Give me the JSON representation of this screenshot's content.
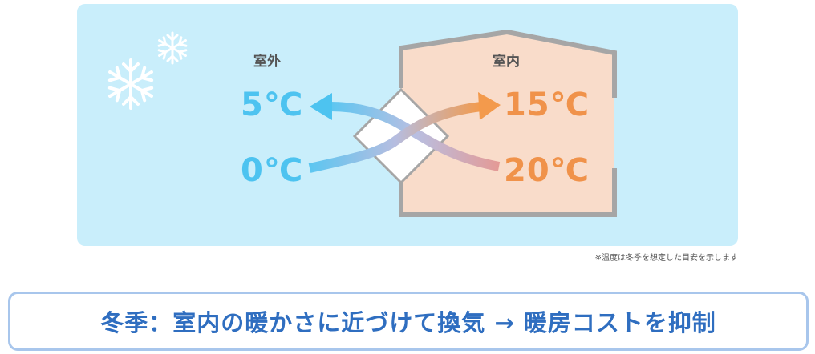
{
  "outdoor": {
    "label": "室外",
    "temp_out": "5℃",
    "temp_in": "0℃"
  },
  "indoor": {
    "label": "室内",
    "temp_supply": "15℃",
    "temp_exhaust": "20℃"
  },
  "note": "※温度は冬季を想定した目安を示します",
  "banner": {
    "text": "冬季：室内の暖かさに近づけて換気 → 暖房コストを抑制"
  },
  "colors": {
    "cold": "#4dc3f0",
    "warm": "#f0924a",
    "panel_bg": "#c9eefb",
    "house_bg": "#f9dcca",
    "banner_text": "#2f6ec0",
    "banner_border": "#a8c6ec"
  },
  "icons": [
    "snowflake-icon-large",
    "snowflake-icon-small",
    "heat-exchanger-icon",
    "house-outline"
  ]
}
